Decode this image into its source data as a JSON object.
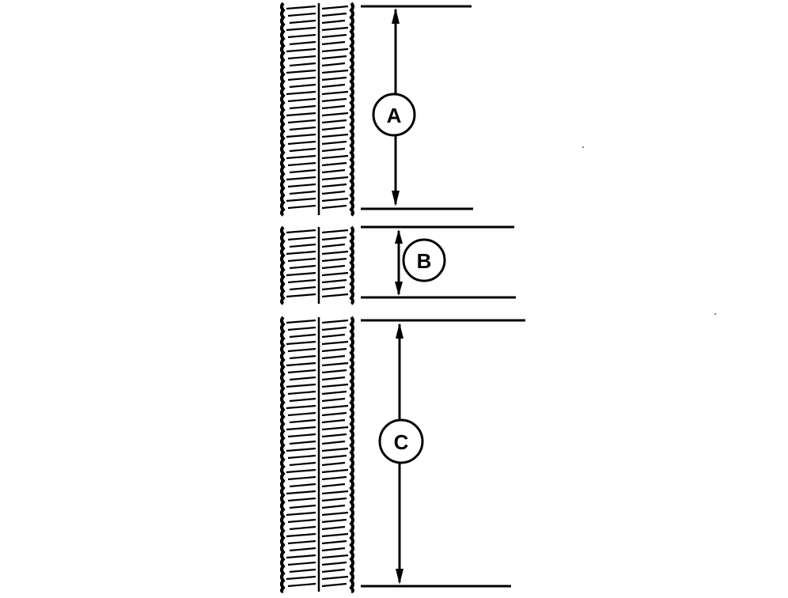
{
  "diagram": {
    "callouts": [
      {
        "id": "a",
        "label": "A"
      },
      {
        "id": "b",
        "label": "B"
      },
      {
        "id": "c",
        "label": "C"
      }
    ]
  },
  "colors": {
    "ink": "#000000",
    "paper": "#ffffff"
  }
}
